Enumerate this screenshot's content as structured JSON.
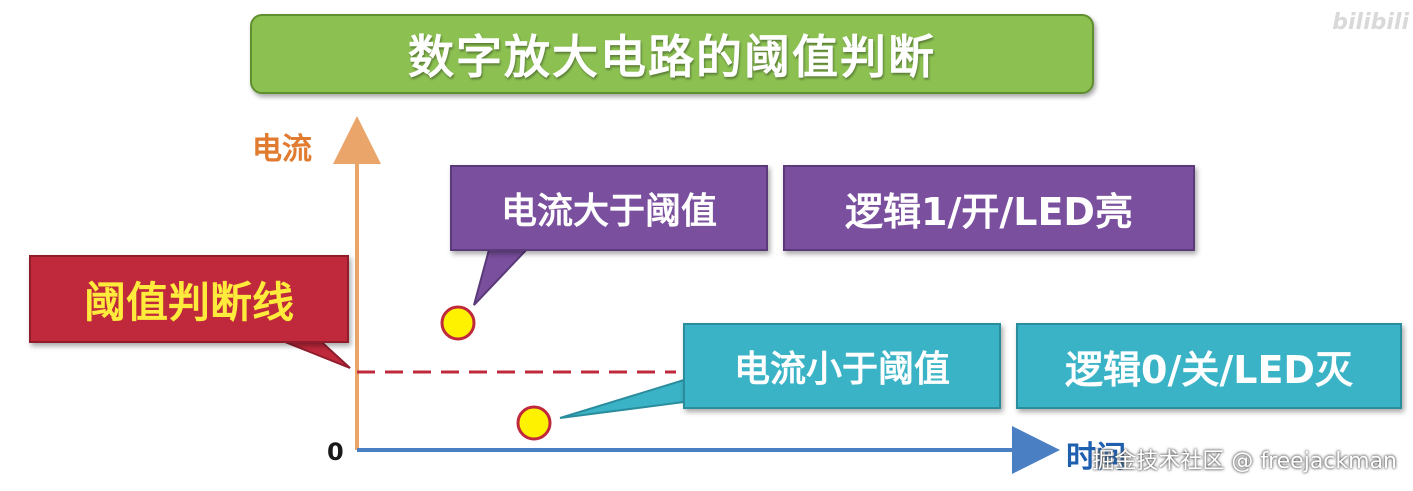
{
  "title": "数字放大电路的阈值判断",
  "watermark_logo": "bilibili",
  "axes": {
    "y_label": "电流",
    "x_label": "时间",
    "origin": "0"
  },
  "threshold_label": "阈值判断线",
  "callouts": {
    "above": "电流大于阈值",
    "logic_high": "逻辑1/开/LED亮",
    "below": "电流小于阈值",
    "logic_low": "逻辑0/关/LED灭"
  },
  "footer_watermark": "掘金技术社区 @ freejackman",
  "colors": {
    "title_bg": "#8cc152",
    "purple": "#7a4f9e",
    "teal": "#3bb3c6",
    "red": "#c0283c",
    "point": "#fff200",
    "y_axis": "#e9a56a",
    "x_axis": "#4a7fc4",
    "threshold": "#c0283c"
  }
}
